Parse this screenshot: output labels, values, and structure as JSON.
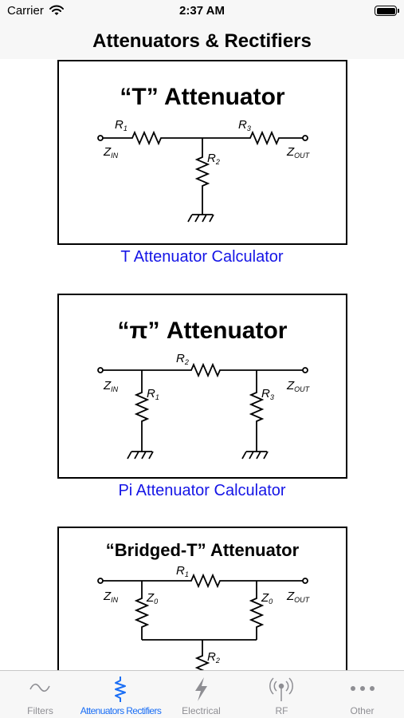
{
  "status_bar": {
    "carrier": "Carrier",
    "time": "2:37 AM",
    "battery_level": 1.0
  },
  "nav": {
    "title": "Attenuators & Rectifiers"
  },
  "cards": [
    {
      "title": "“T” Attenuator",
      "labels": {
        "r1": "R",
        "r1_sub": "1",
        "r2": "R",
        "r2_sub": "2",
        "r3": "R",
        "r3_sub": "3",
        "zin": "Z",
        "zin_sub": "IN",
        "zout": "Z",
        "zout_sub": "OUT"
      },
      "link": "T Attenuator Calculator"
    },
    {
      "title": "“π” Attenuator",
      "labels": {
        "r1": "R",
        "r1_sub": "1",
        "r2": "R",
        "r2_sub": "2",
        "r3": "R",
        "r3_sub": "3",
        "zin": "Z",
        "zin_sub": "IN",
        "zout": "Z",
        "zout_sub": "OUT"
      },
      "link": "Pi Attenuator Calculator"
    },
    {
      "title": "“Bridged-T” Attenuator",
      "labels": {
        "r1": "R",
        "r1_sub": "1",
        "r2": "R",
        "r2_sub": "2",
        "z0a": "Z",
        "z0a_sub": "0",
        "z0b": "Z",
        "z0b_sub": "0",
        "zin": "Z",
        "zin_sub": "IN",
        "zout": "Z",
        "zout_sub": "OUT"
      }
    }
  ],
  "tabs": [
    {
      "label": "Filters",
      "icon": "sine-wave-icon",
      "active": false
    },
    {
      "label": "Attenuators Rectifiers",
      "icon": "resistor-icon",
      "active": true
    },
    {
      "label": "Electrical",
      "icon": "lightning-icon",
      "active": false
    },
    {
      "label": "RF",
      "icon": "antenna-icon",
      "active": false
    },
    {
      "label": "Other",
      "icon": "more-dots-icon",
      "active": false
    }
  ],
  "colors": {
    "link": "#1515e6",
    "tab_active": "#1a6ef5",
    "tab_inactive": "#8e8e93",
    "bar_background": "#f7f7f7"
  }
}
